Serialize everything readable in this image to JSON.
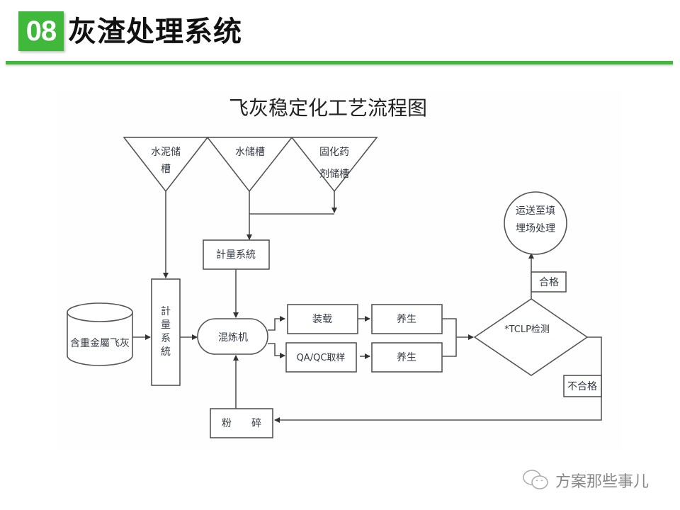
{
  "header": {
    "number": "08",
    "title": "灰渣处理系统"
  },
  "diagram": {
    "title": "飞灰稳定化工艺流程图",
    "hoppers": [
      {
        "line1": "水泥储",
        "line2": "槽"
      },
      {
        "line1": "水储槽",
        "line2": ""
      },
      {
        "line1": "固化药",
        "line2": "剂储槽"
      }
    ],
    "metering_top": "計量系統",
    "metering_vertical": [
      "計",
      "量",
      "系",
      "統"
    ],
    "source_tank": "含重金屬飞灰",
    "mixer": "混炼机",
    "loading": "装载",
    "qaqc": "QA/QC取样",
    "curing_1": "养生",
    "curing_2": "养生",
    "tclp": "*TCLP检测",
    "pass": "合格",
    "fail": "不合格",
    "landfill_line1": "运送至填",
    "landfill_line2": "埋场处理",
    "crush": "粉　　碎"
  },
  "watermark": {
    "text": "方案那些事儿",
    "icon": "wechat-icon"
  },
  "colors": {
    "accent": "#3fb83c",
    "line": "#555555",
    "text": "#333a44"
  }
}
